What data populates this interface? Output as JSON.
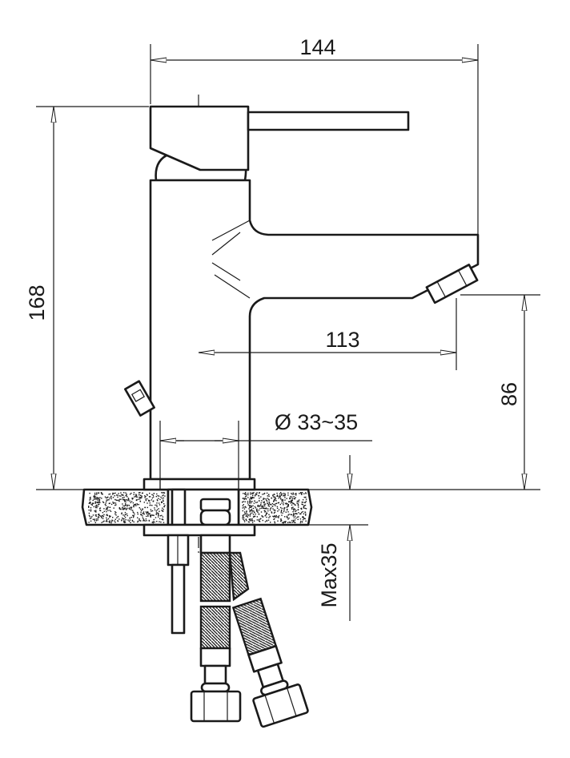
{
  "drawing": {
    "dimensions": {
      "overall_width": "144",
      "overall_height": "168",
      "spout_reach": "113",
      "spout_height": "86",
      "hole_diameter": "Ø 33~35",
      "max_counter_thickness": "Max35"
    },
    "colors": {
      "line": "#1a1a1a",
      "background": "#ffffff"
    }
  }
}
